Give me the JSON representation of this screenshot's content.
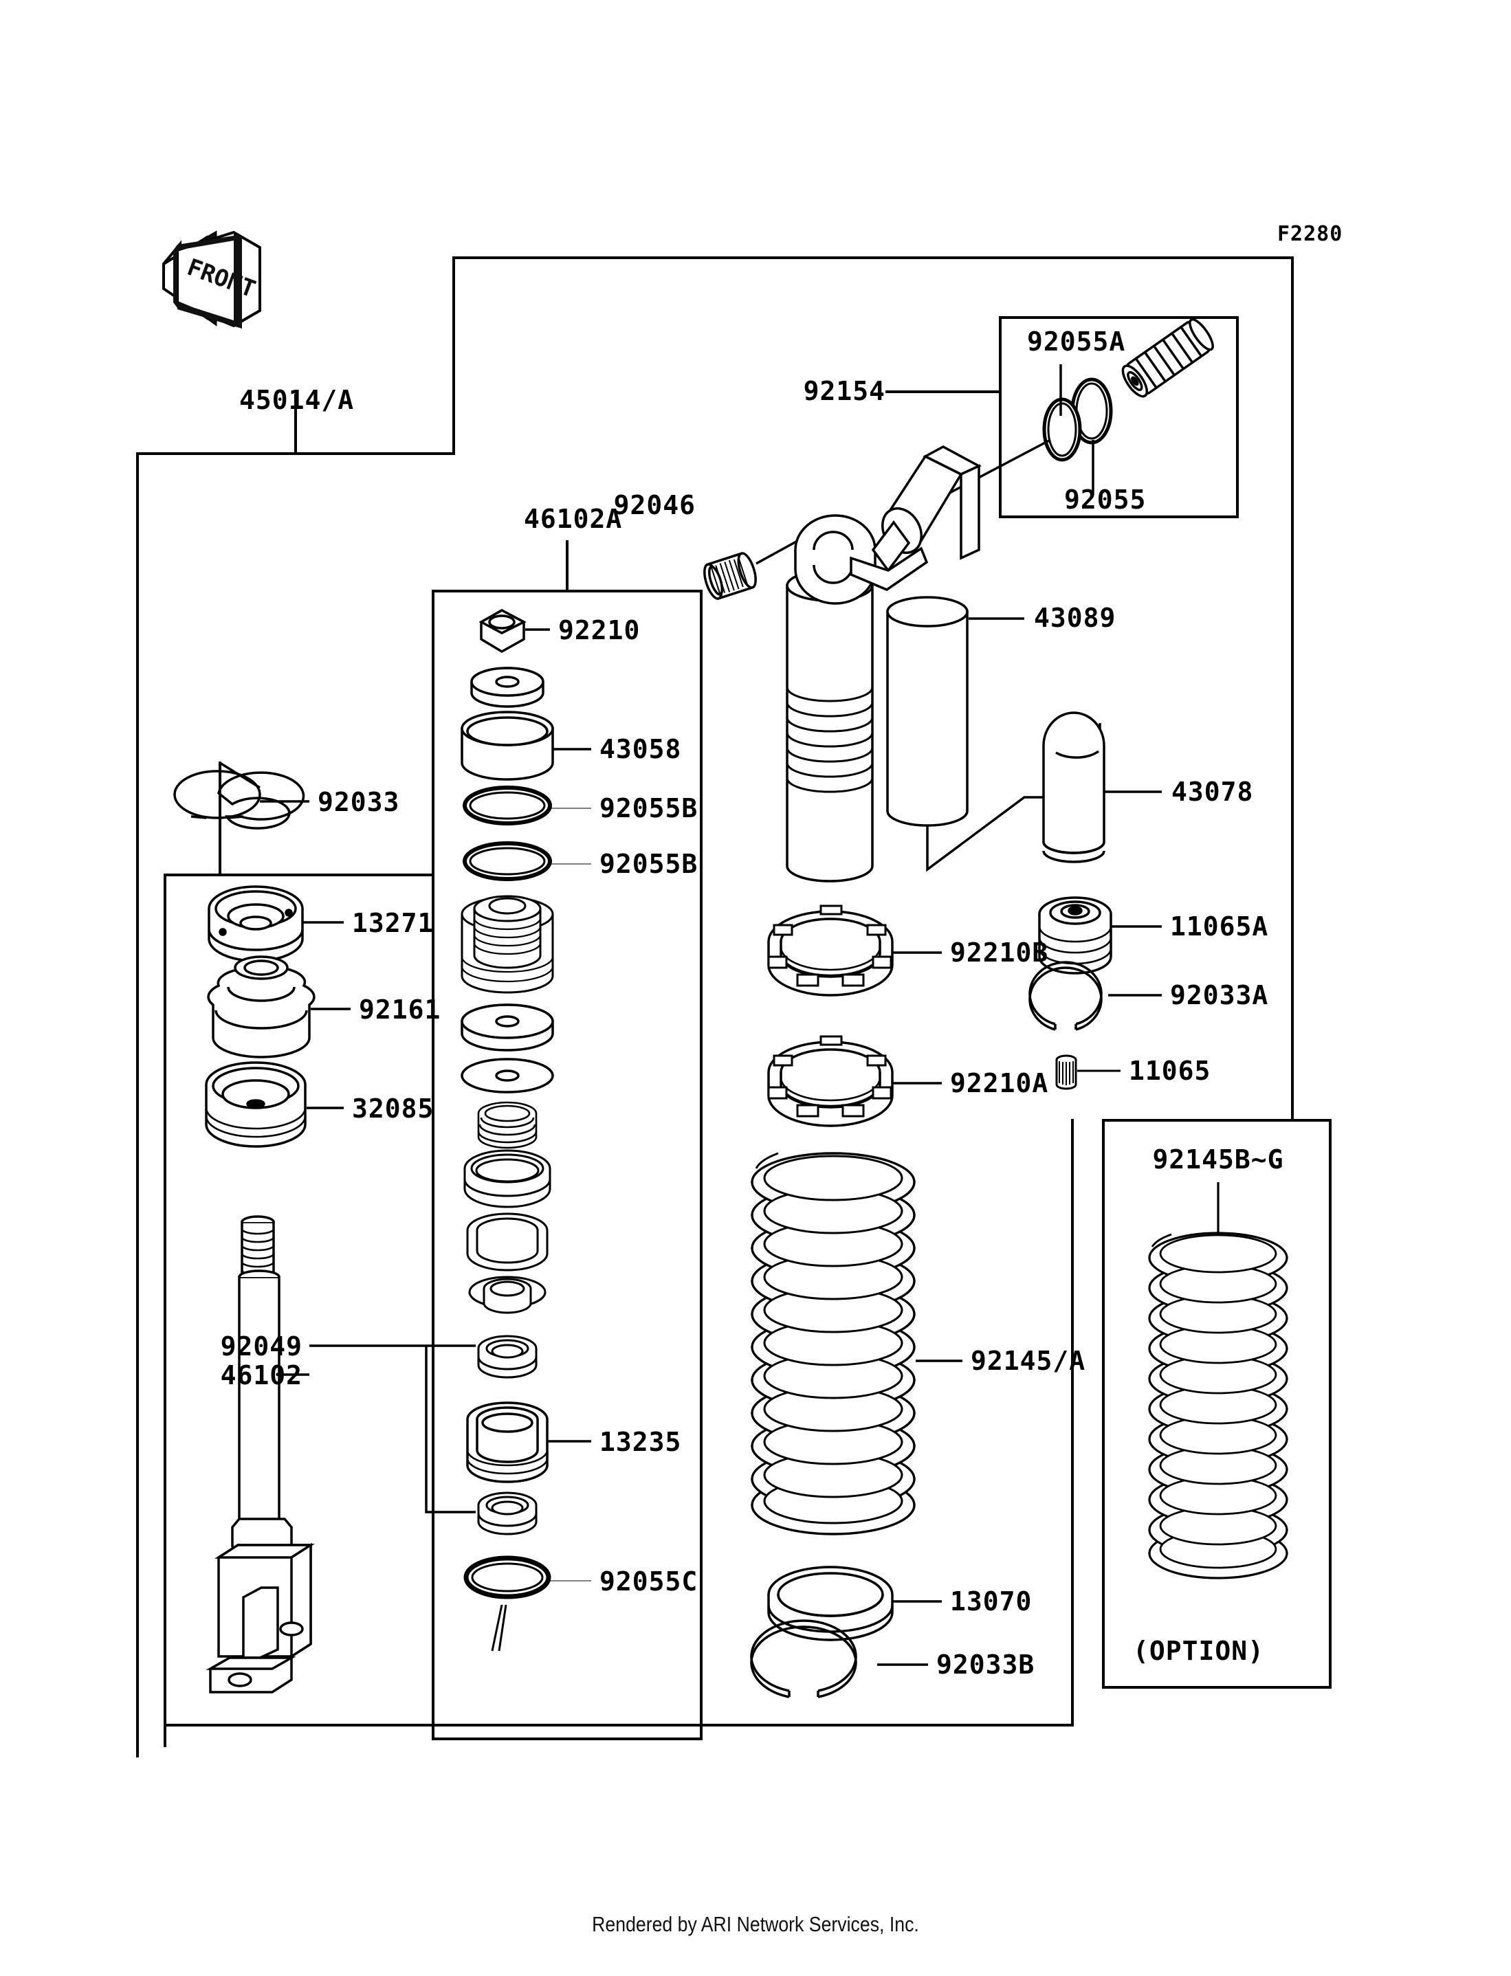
{
  "diagram": {
    "sheet_code": "F2280",
    "front_marker": "FRONT",
    "footer": "Rendered by ARI Network Services, Inc.",
    "option_note": "(OPTION)",
    "title_groups": [
      {
        "id": "g45014",
        "label": "45014/A"
      },
      {
        "id": "g46102A",
        "label": "46102A"
      },
      {
        "id": "g92154",
        "label": "92154"
      },
      {
        "id": "g92145BG",
        "label": "92145B~G"
      }
    ],
    "callouts": [
      {
        "id": "c92154",
        "label": "92154",
        "part": "valve-assembly-group"
      },
      {
        "id": "c92055A",
        "label": "92055A",
        "part": "o-ring-92055a"
      },
      {
        "id": "c92055",
        "label": "92055",
        "part": "o-ring-92055"
      },
      {
        "id": "c92046",
        "label": "92046",
        "part": "needle-bearing"
      },
      {
        "id": "c43089",
        "label": "43089",
        "part": "shock-body-reservoir"
      },
      {
        "id": "c43078",
        "label": "43078",
        "part": "bump-stop"
      },
      {
        "id": "c92210",
        "label": "92210",
        "part": "lock-nut"
      },
      {
        "id": "c43058",
        "label": "43058",
        "part": "cylinder-collar"
      },
      {
        "id": "c92055B1",
        "label": "92055B",
        "part": "o-ring-upper"
      },
      {
        "id": "c92055B2",
        "label": "92055B",
        "part": "o-ring-lower"
      },
      {
        "id": "c92033",
        "label": "92033",
        "part": "snap-ring"
      },
      {
        "id": "c13271",
        "label": "13271",
        "part": "plate-seal-holder"
      },
      {
        "id": "c92161",
        "label": "92161",
        "part": "damper-rubber"
      },
      {
        "id": "c32085",
        "label": "32085",
        "part": "bracket-stopper"
      },
      {
        "id": "c92049",
        "label": "92049",
        "part": "oil-seal-group"
      },
      {
        "id": "c46102",
        "label": "46102",
        "part": "shock-rod"
      },
      {
        "id": "c13235",
        "label": "13235",
        "part": "piston-guide"
      },
      {
        "id": "c92055C",
        "label": "92055C",
        "part": "o-ring-92055c"
      },
      {
        "id": "c92210B",
        "label": "92210B",
        "part": "ring-nut-upper"
      },
      {
        "id": "c92210A",
        "label": "92210A",
        "part": "ring-nut-lower"
      },
      {
        "id": "c11065A",
        "label": "11065A",
        "part": "cap-11065a"
      },
      {
        "id": "c92033A",
        "label": "92033A",
        "part": "snap-ring-92033a"
      },
      {
        "id": "c11065",
        "label": "11065",
        "part": "cap-11065"
      },
      {
        "id": "c92145A",
        "label": "92145/A",
        "part": "main-spring"
      },
      {
        "id": "c92145BG",
        "label": "92145B~G",
        "part": "option-spring"
      },
      {
        "id": "c13070",
        "label": "13070",
        "part": "spring-seat"
      },
      {
        "id": "c92033B",
        "label": "92033B",
        "part": "snap-ring-92033b"
      }
    ]
  }
}
